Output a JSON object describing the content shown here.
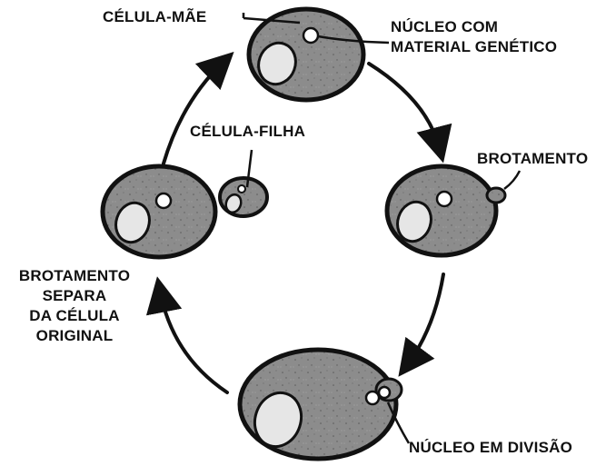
{
  "labels": {
    "mother_cell": "CÉLULA-MÃE",
    "nucleus_line1": "NÚCLEO COM",
    "nucleus_line2": "MATERIAL GENÉTICO",
    "budding": "BROTAMENTO",
    "daughter_cell": "CÉLULA-FILHA",
    "separation_line1": "BROTAMENTO",
    "separation_line2": "SEPARA",
    "separation_line3": "DA CÉLULA",
    "separation_line4": "ORIGINAL",
    "dividing_nucleus": "NÚCLEO EM DIVISÃO"
  },
  "colors": {
    "cell_fill": "#8c8c8c",
    "outline": "#111111",
    "vacuole": "#e6e6e6",
    "nucleus": "#ffffff",
    "text": "#111111"
  }
}
